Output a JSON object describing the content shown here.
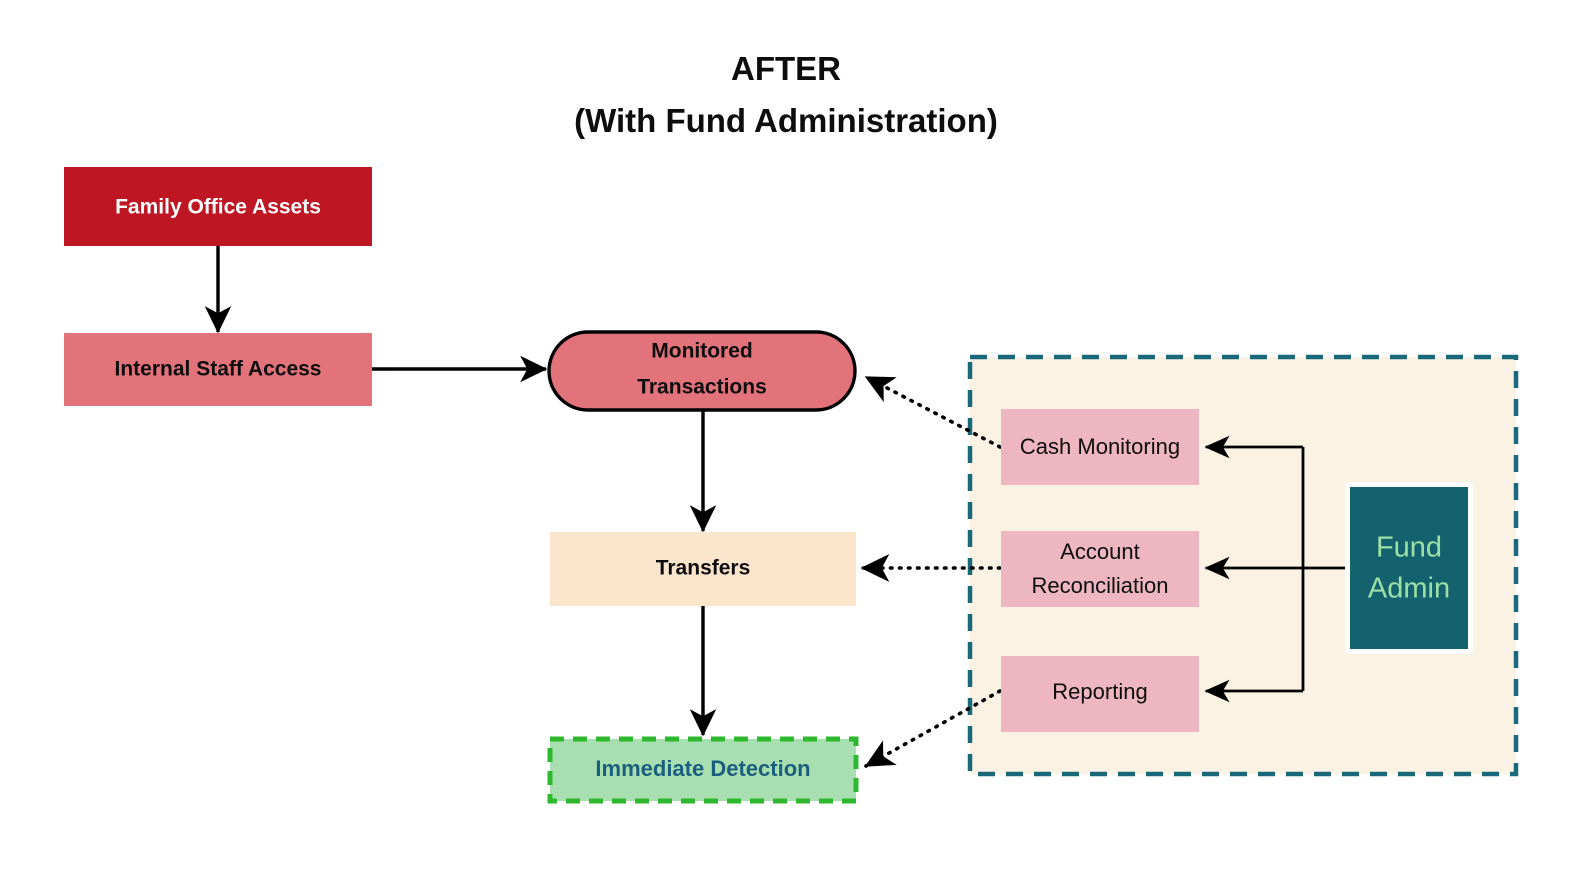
{
  "title": {
    "line1": "AFTER",
    "line2": "(With Fund Administration)"
  },
  "flow": {
    "family_office_assets": "Family Office Assets",
    "internal_staff_access": "Internal Staff Access",
    "monitored_transactions_line1": "Monitored",
    "monitored_transactions_line2": "Transactions",
    "transfers": "Transfers",
    "immediate_detection": "Immediate Detection"
  },
  "panel": {
    "services": [
      {
        "line1": "Cash Monitoring",
        "line2": ""
      },
      {
        "line1": "Account",
        "line2": "Reconciliation"
      },
      {
        "line1": "Reporting",
        "line2": ""
      }
    ],
    "fund_admin_line1": "Fund",
    "fund_admin_line2": "Admin"
  },
  "colors": {
    "title_text": "#0d0d0d",
    "dark_red": "#be1622",
    "salmon_red": "#e2737a",
    "pill_fill": "#e2737a",
    "peach": "#fce5cd",
    "green_fill": "#a8dfb0",
    "green_border": "#2eb82e",
    "green_text": "#1b5e7e",
    "panel_fill": "#fbf2e4",
    "panel_border": "#19697a",
    "pink": "#eeb6c0",
    "teal": "#15626f",
    "teal_text": "#9ce0a8",
    "arrow": "#000000"
  }
}
